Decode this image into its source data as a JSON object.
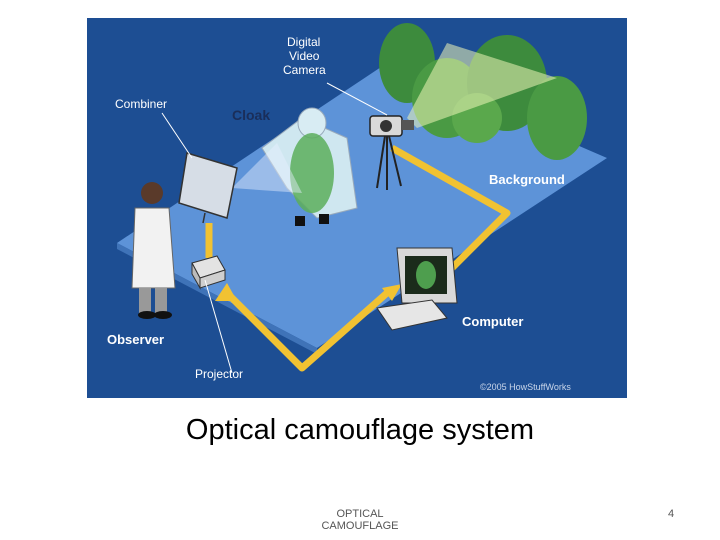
{
  "diagram": {
    "labels": {
      "camera": [
        "Digital",
        "Video",
        "Camera"
      ],
      "combiner": "Combiner",
      "cloak": "Cloak",
      "background": "Background",
      "computer": "Computer",
      "observer": "Observer",
      "projector": "Projector",
      "copyright": "©2005 HowStuffWorks"
    },
    "colors": {
      "backdrop": "#1d4e93",
      "floor": "#5d93d8",
      "arrow": "#f1c232",
      "label_dark": "#1a2e5a",
      "label_light": "#ffffff"
    }
  },
  "caption": "Optical camouflage system",
  "footer": {
    "title": "OPTICAL CAMOUFLAGE",
    "page_number": "4"
  }
}
